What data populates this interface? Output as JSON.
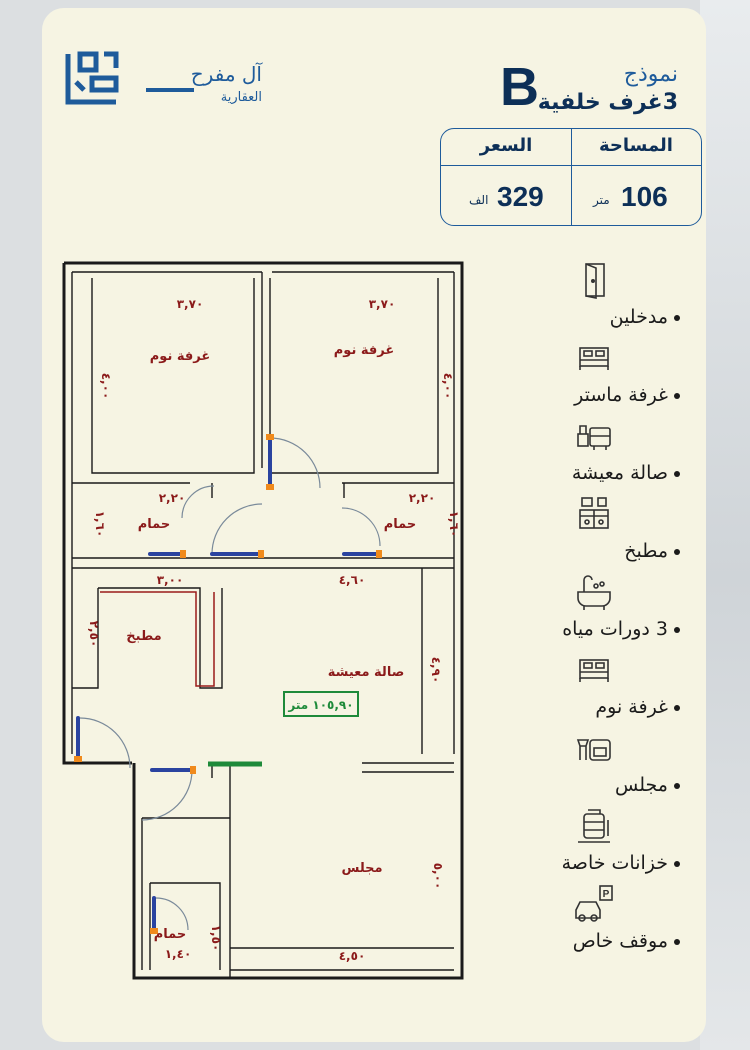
{
  "brand": {
    "name": "آل مفرح",
    "subtitle": "العقارية",
    "logo_mark": "ALMOFRIH"
  },
  "model": {
    "letter": "B",
    "line1": "نموذج",
    "line2": "3غرف خلفية"
  },
  "info": {
    "area_label": "المساحة",
    "area_value": "106",
    "area_unit": "متر",
    "price_label": "السعر",
    "price_value": "329",
    "price_unit": "الف"
  },
  "plan": {
    "rooms": {
      "bedroom_left": "غرفة نوم",
      "bedroom_right": "غرفة نوم",
      "bath_left": "حمام",
      "bath_right": "حمام",
      "kitchen": "مطبخ",
      "living": "صالة معيشة",
      "majlis": "مجلس",
      "bath_small": "حمام"
    },
    "dims": {
      "d_3_7_left": "٣,٧٠",
      "d_3_7_right": "٣,٧٠",
      "d_4_left": "٤,٠٠",
      "d_4_right": "٤,٠٠",
      "d_2_2_left": "٢,٢٠",
      "d_2_2_right": "٢,٢٠",
      "d_1_6_left": "١,٦٠",
      "d_1_6_right": "١,٦٠",
      "d_3_kitchen": "٣,٠٠",
      "d_4_6": "٤,٦٠",
      "d_2_5": "٢,٥٠",
      "d_4_9": "٤,٩٠",
      "d_5": "٥,٠٠",
      "d_4_5": "٤,٥٠",
      "d_1_4": "١,٤٠",
      "d_1_5": "١,٥٠"
    },
    "area_badge": "١٠٥,٩٠ متر",
    "colors": {
      "wall": "#1a1a1a",
      "label": "#8b1a1a",
      "door": "#2a43a0",
      "hinge": "#f08a1c",
      "kitchen": "#9a1b1b",
      "badge": "#1e8a3a"
    }
  },
  "features": [
    {
      "label": "مدخلين",
      "icon": "door-icon"
    },
    {
      "label": "غرفة ماستر",
      "icon": "bed-icon"
    },
    {
      "label": "صالة معيشة",
      "icon": "sofa-icon"
    },
    {
      "label": "مطبخ",
      "icon": "kitchen-icon"
    },
    {
      "label": "3 دورات مياه",
      "icon": "bathtub-icon"
    },
    {
      "label": "غرفة نوم",
      "icon": "bed-icon"
    },
    {
      "label": "مجلس",
      "icon": "armchair-icon"
    },
    {
      "label": "خزانات خاصة",
      "icon": "water-tank-icon"
    },
    {
      "label": "موقف خاص",
      "icon": "parking-icon"
    }
  ]
}
